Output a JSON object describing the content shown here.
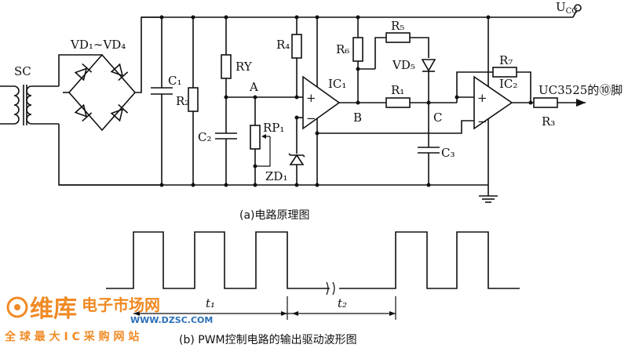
{
  "labels": {
    "ucc": "U",
    "ucc_sub": "CC",
    "sc": "SC",
    "vd_range": "VD₁∼VD₄",
    "c1": "C₁",
    "r2": "R₂",
    "ry": "RY",
    "c2": "C₂",
    "node_a": "A",
    "r4": "R₄",
    "rp1": "RP₁",
    "zd1": "ZD₁",
    "ic1": "IC₁",
    "r6": "R₆",
    "r5": "R₅",
    "vd5": "VD₅",
    "node_b": "B",
    "r1": "R₁",
    "node_c": "C",
    "c3": "C₃",
    "r7": "R₇",
    "ic2": "IC₂",
    "r3": "R₃",
    "output": "UC3525的⑩脚",
    "plus": "+",
    "minus": "−"
  },
  "captions": {
    "circuit": "(a)电路原理图",
    "waveform": "(b) PWM控制电路的输出驱动波形图"
  },
  "waveform": {
    "t1": "t₁",
    "t2": "t₂"
  },
  "watermark": {
    "brand": "维库",
    "subtitle": "电子市场网",
    "url": "WWW.DZSC.COM",
    "slogan": "全 球 最 大 I C 采 购 网 站"
  },
  "colors": {
    "ink": "#111111",
    "watermark_orange": "#f08a24",
    "watermark_blue": "#2a6fb8"
  }
}
